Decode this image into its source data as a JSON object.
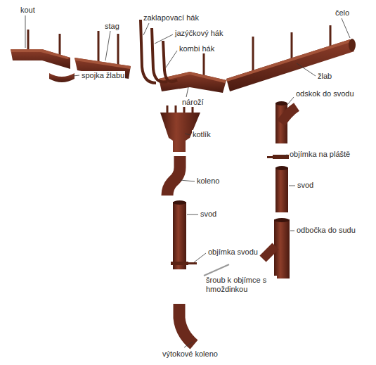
{
  "diagram": {
    "labels": [
      "kout",
      "stag",
      "zaklapovací hák",
      "jazýčkový hák",
      "kombi hák",
      "čelo",
      "žlab",
      "spojka žlabu",
      "nároží",
      "kotlík",
      "koleno",
      "svod",
      "objímka svodu",
      "šroub k objímce s hmoždinkou",
      "výtokové koleno",
      "odskok do svodu",
      "objímka na pláště",
      "svod",
      "odbočka do sudu"
    ]
  }
}
